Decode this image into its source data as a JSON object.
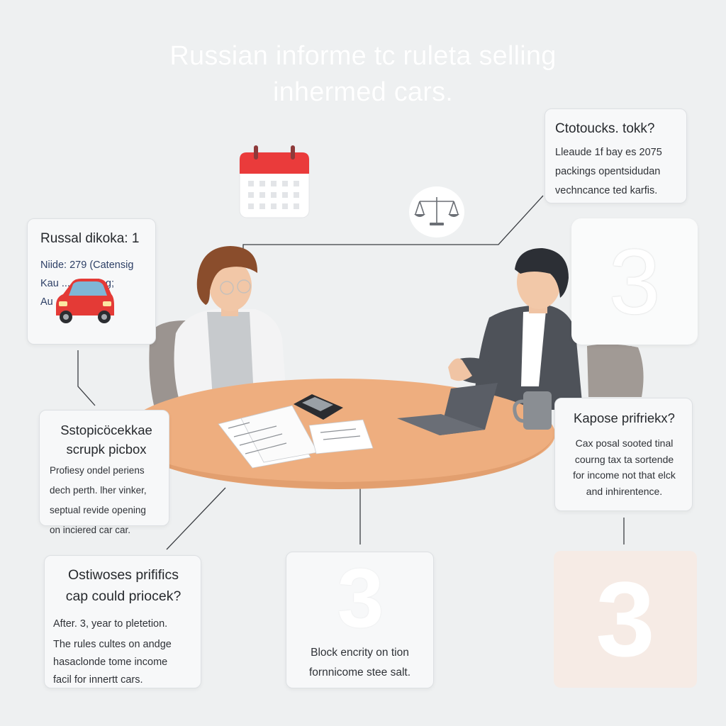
{
  "title": {
    "line1": "Russian informe tc ruleta selling",
    "line2": "inhermed cars."
  },
  "cards": {
    "top_right": {
      "heading": "Ctotoucks. tokk?",
      "lines": [
        "Lleaude 1f bay es 2075",
        "packings opentsidudan",
        "vechncance ted karfis."
      ]
    },
    "left": {
      "heading": "Russal dikoka: 1",
      "lines": [
        "Niide: 279 (Catensig",
        "Kau ...  Opeking;",
        "Au ...  Deat"
      ]
    },
    "mid_left": {
      "heading_lines": [
        "Sstopicöcekkae",
        "scrupk picbox"
      ],
      "lines": [
        "Profiesy ondel periens",
        "dech perth. lher vinker,",
        "septual revide opening",
        "on inciered car car."
      ]
    },
    "bottom_left": {
      "heading_lines": [
        "Ostiwoses prififics",
        "cap could priocek?"
      ],
      "lines": [
        "After. 3, year to pletetion."
      ],
      "lines2": [
        "The rules cultes on andge",
        "hasaclonde tome income",
        "facil for innertt cars."
      ]
    },
    "bottom_mid": {
      "number": "3",
      "lines": [
        "Block encrity on tion",
        "fornnicome stee salt."
      ]
    },
    "right": {
      "heading": "Kapose prifriekx?",
      "lines": [
        "Cax posal sooted tinal",
        "courng tax ta sortende",
        "for income not that elck",
        "and inhirentence."
      ]
    }
  },
  "big_numbers": {
    "right": "3",
    "bottom_right": "3"
  },
  "icons": [
    "calendar-icon",
    "scales-of-justice-icon",
    "red-car-icon",
    "calculator-icon",
    "laptop-icon",
    "mug-icon"
  ],
  "colors": {
    "background": "#eef0f1",
    "table": "#eeae7f",
    "calendar_red": "#ea3b3b",
    "car_red": "#e43a36",
    "suit": "#4e5259"
  }
}
